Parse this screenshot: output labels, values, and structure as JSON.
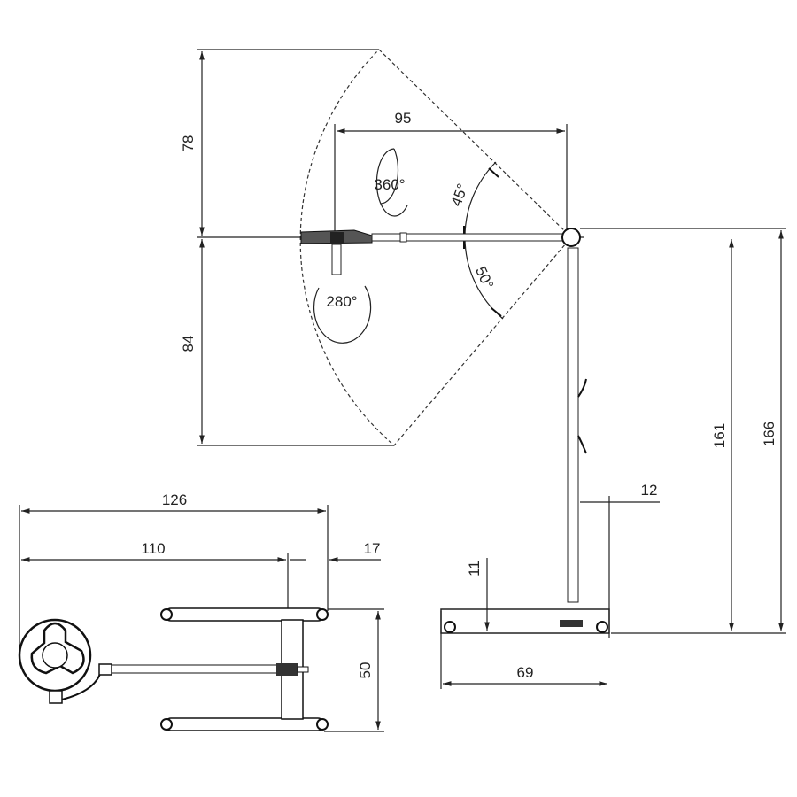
{
  "title": "Floor lamp dimension drawing",
  "side_view": {
    "dims": {
      "upper_reach": "78",
      "lower_reach": "84",
      "arm_length": "95",
      "tilt_up": "45°",
      "tilt_down": "50°",
      "head_rotation": "360°",
      "head_swivel": "280°",
      "pole_height": "161",
      "total_height": "166",
      "pole_offset": "12",
      "base_height": "11",
      "base_width": "69"
    }
  },
  "top_view": {
    "dims": {
      "total_length": "126",
      "arm_length": "110",
      "base_overhang": "17",
      "base_depth": "50"
    }
  }
}
